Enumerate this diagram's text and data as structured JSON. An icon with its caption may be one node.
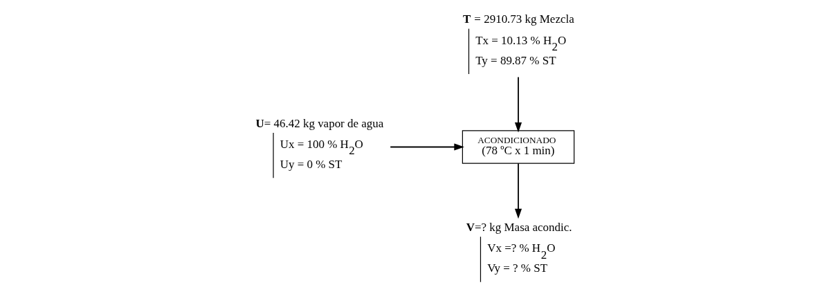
{
  "diagram": {
    "nodes": [
      {
        "text": [
          "**T** = 2910.73 kg Mezcla",
          "Tx = 10.13 % H$_{2}$O",
          "Ty = 89.87 % ST"
        ]
      },
      {
        "text": [
          "**U**= 46.42 kg vapor de agua",
          "Ux = 100 % H$_{2}$O",
          "Uy = 0 % ST"
        ]
      },
      {
        "text": [
          "ACONDICIONADO",
          "(78 ºC x 1 min)"
        ]
      },
      {
        "text": [
          "**V**=? kg Masa acondic.",
          "Vx =? % H$_{2}$O",
          "Vy = ? % ST"
        ]
      }
    ],
    "edges": [
      {
        "from": 0,
        "to": 2,
        "arrow": "to"
      },
      {
        "from": 1,
        "to": 2,
        "arrow": "to"
      },
      {
        "from": 2,
        "to": 3,
        "arrow": "to"
      }
    ]
  }
}
